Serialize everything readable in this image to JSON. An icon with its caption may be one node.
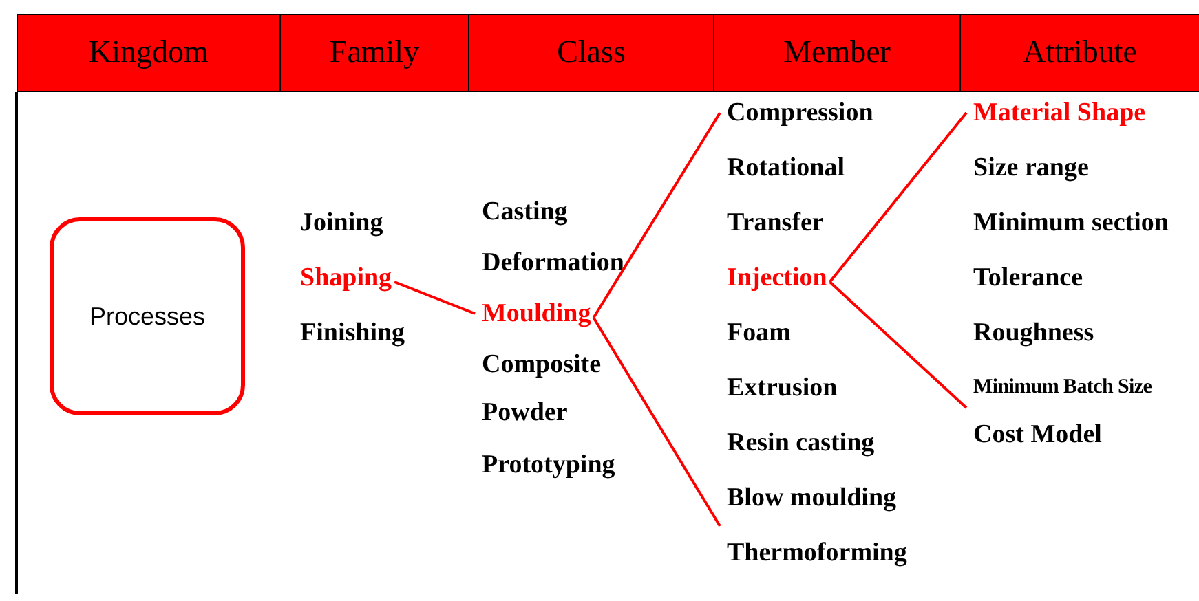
{
  "diagram": {
    "nodes": [
      {
        "text": [
          "Processes"
        ]
      },
      {
        "text": [
          "Shaping"
        ]
      },
      {
        "text": [
          "Moulding"
        ]
      },
      {
        "text": [
          "Compression"
        ]
      },
      {
        "text": [
          "Thermoforming"
        ]
      },
      {
        "text": [
          "Injection"
        ]
      },
      {
        "text": [
          "Material Shape"
        ]
      },
      {
        "text": [
          "Cost Model"
        ]
      }
    ],
    "edges": [
      {
        "from": 1,
        "to": 2,
        "arrow": "none"
      },
      {
        "from": 2,
        "to": 3,
        "arrow": "none"
      },
      {
        "from": 2,
        "to": 4,
        "arrow": "none"
      },
      {
        "from": 5,
        "to": 6,
        "arrow": "none"
      },
      {
        "from": 5,
        "to": 7,
        "arrow": "none"
      }
    ],
    "labels": [
      "Kingdom",
      "Family",
      "Class",
      "Member",
      "Attribute",
      "Joining",
      "Finishing",
      "Casting",
      "Deformation",
      "Composite",
      "Powder",
      "Prototyping",
      "Rotational",
      "Transfer",
      "Foam",
      "Extrusion",
      "Resin casting",
      "Blow moulding",
      "Size range",
      "Minimum section",
      "Tolerance",
      "Roughness",
      "Minimum Batch Size"
    ]
  }
}
